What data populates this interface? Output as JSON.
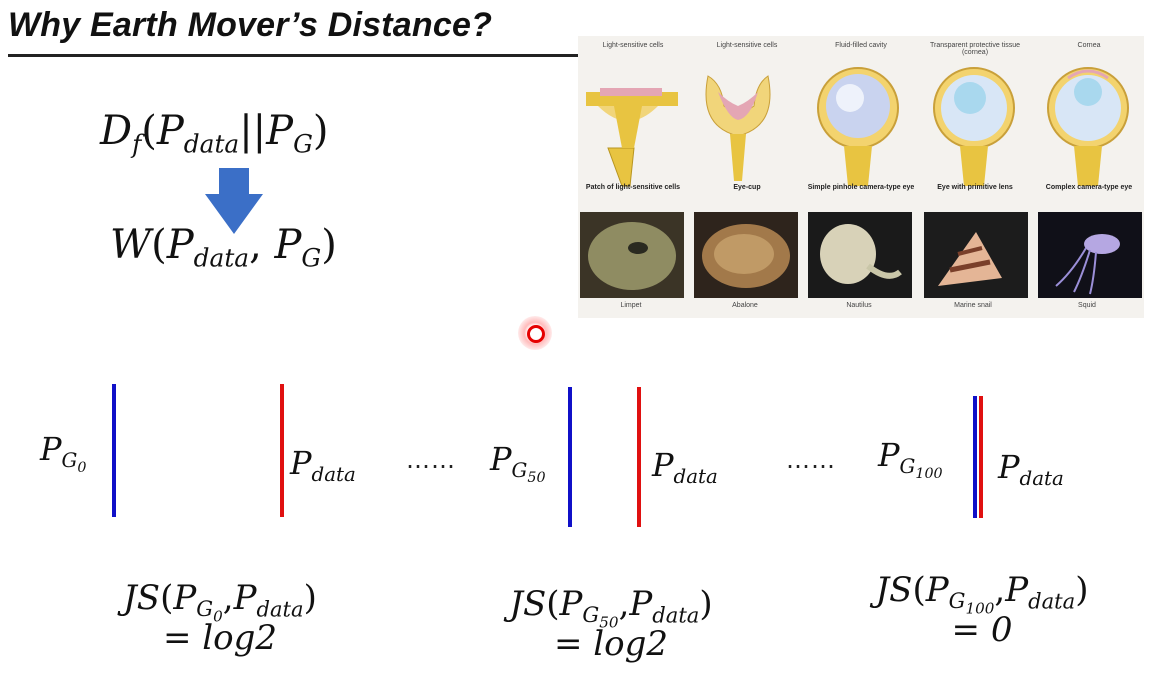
{
  "slide": {
    "title": "Why Earth Mover’s Distance?"
  },
  "formulas": {
    "divergence": {
      "D": "D",
      "f": "f",
      "open": "(",
      "P": "P",
      "data": "data",
      "sep": "||",
      "P2": "P",
      "G": "G",
      "close": ")"
    },
    "wasserstein": {
      "W": "W",
      "open": "(",
      "P": "P",
      "data": "data",
      "sep": ", ",
      "P2": "P",
      "G": "G",
      "close": ")"
    }
  },
  "distributions": {
    "pg0": {
      "P": "P",
      "G": "G",
      "sub": "0"
    },
    "pdata": {
      "P": "P",
      "sub": "data"
    },
    "dots": "……",
    "pg50": {
      "P": "P",
      "G": "G",
      "sub": "50"
    },
    "pg100": {
      "P": "P",
      "G": "G",
      "sub": "100"
    }
  },
  "js": [
    {
      "name": "JS",
      "open": "(",
      "G": "G",
      "sub": "0",
      "comma": ",",
      "data": "data",
      "close": ")",
      "result": "= log2"
    },
    {
      "name": "JS",
      "open": "(",
      "G": "G",
      "sub": "50",
      "comma": ",",
      "data": "data",
      "close": ")",
      "result": "= log2"
    },
    {
      "name": "JS",
      "open": "(",
      "G": "G",
      "sub": "100",
      "comma": ",",
      "data": "data",
      "close": ")",
      "result": "= 0"
    }
  ],
  "figure": {
    "stages": [
      {
        "top": "Light-sensitive cells",
        "bottom": "Patch of light-sensitive cells",
        "photo": "Limpet"
      },
      {
        "top": "Light-sensitive cells",
        "bottom": "Eye-cup",
        "photo": "Abalone"
      },
      {
        "top": "Fluid-filled cavity",
        "bottom": "Simple pinhole camera-type eye",
        "photo": "Nautilus"
      },
      {
        "top": "Transparent protective tissue (cornea)",
        "bottom": "Eye with primitive lens",
        "photo": "Marine snail"
      },
      {
        "top": "Cornea",
        "bottom": "Complex camera-type eye",
        "photo": "Squid"
      }
    ]
  },
  "colors": {
    "blue_bar": "#1010c8",
    "red_bar": "#e01010",
    "arrow": "#3b6fc7",
    "pointer": "#e60000"
  },
  "icons": [
    "down-arrow-icon",
    "laser-pointer-icon"
  ]
}
